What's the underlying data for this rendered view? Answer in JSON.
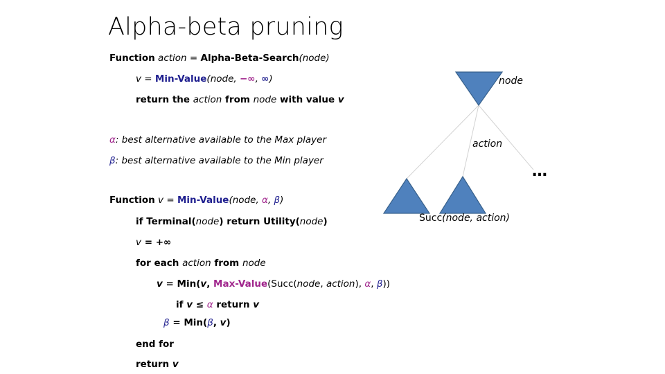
{
  "slide": {
    "title": "Alpha-beta pruning",
    "background_color": "#ffffff"
  },
  "colors": {
    "navy": "#1f1f8f",
    "magenta": "#a0258c",
    "triangle_fill": "#4f81bd",
    "triangle_stroke": "#38618c",
    "connector_line": "#d0d0d0",
    "text": "#000000"
  },
  "pseudocode": {
    "line1": {
      "keyword": "Function",
      "var": "action",
      "equals": "=",
      "call": "Alpha-Beta-Search",
      "args": "(node)"
    },
    "line2": {
      "var": "v",
      "equals": "=",
      "call": "Min-Value",
      "open": "(",
      "arg_node": "node",
      "comma1": ", ",
      "arg_neg_inf": "−∞",
      "comma2": ", ",
      "arg_pos_inf": "∞",
      "close": ")"
    },
    "line3": {
      "return": "return the ",
      "action": "action",
      "from": " from ",
      "node": "node",
      "with": " with value ",
      "v": "v"
    },
    "alpha_def": {
      "symbol": "α",
      "text": ": best alternative available to the Max player"
    },
    "beta_def": {
      "symbol": "β",
      "text": ": best alternative available to the Min player"
    },
    "line4": {
      "keyword": "Function",
      "var": "v",
      "equals": "=",
      "call": "Min-Value",
      "open": "(",
      "arg_node": "node",
      "comma1": ", ",
      "alpha": "α",
      "comma2": ", ",
      "beta": "β",
      "close": ")"
    },
    "line5": {
      "if": "if Terminal(",
      "node1": "node",
      "mid": ") return Utility(",
      "node2": "node",
      "close": ")"
    },
    "line6": {
      "v": "v",
      "rest": " = +∞"
    },
    "line7": {
      "for": "for each ",
      "action": "action",
      "from": " from ",
      "node": "node"
    },
    "line8": {
      "v1": "v",
      "eq_min": " = Min(",
      "v2": "v",
      "comma1": ", ",
      "maxvalue": "Max-Value",
      "succ_open": "(Succ(",
      "node": "node",
      "comma2": ", ",
      "action": "action",
      "mid": "), ",
      "alpha": "α",
      "comma3": ", ",
      "beta": "β",
      "close": "))"
    },
    "line9": {
      "if": "if ",
      "v1": "v",
      "le": " ≤ ",
      "alpha": "α",
      "ret": " return ",
      "v2": "v"
    },
    "line10": {
      "beta1": "β",
      "eq": " = Min(",
      "beta2": "β",
      "comma": ", ",
      "v": "v",
      "close": ")"
    },
    "line11": "end for",
    "line12": {
      "ret": "return ",
      "v": "v"
    }
  },
  "diagram": {
    "node_label": "node",
    "action_label": "action",
    "succ_label_fn": "Succ",
    "succ_label_args": "(node, action)",
    "ellipsis": "…",
    "nodes": [
      {
        "id": "root",
        "shape": "triangle-down",
        "player": "min"
      },
      {
        "id": "child-left",
        "shape": "triangle-up",
        "player": "max"
      },
      {
        "id": "child-middle",
        "shape": "triangle-up",
        "player": "max"
      }
    ]
  }
}
